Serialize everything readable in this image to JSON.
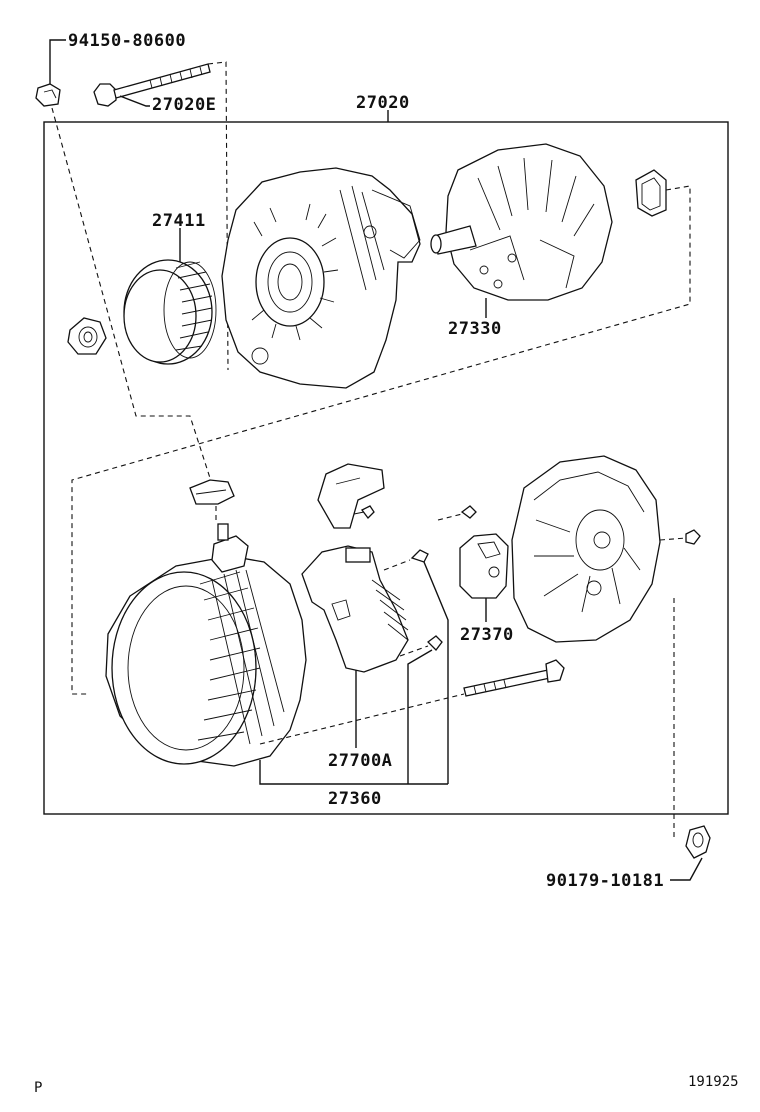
{
  "labels": {
    "nut_top": "94150-80600",
    "bolt_top": "27020E",
    "assembly": "27020",
    "pulley": "27411",
    "rotor": "27330",
    "holder": "27370",
    "regulator": "27700A",
    "stator": "27360",
    "cap_nut": "90179-10181"
  },
  "footer": {
    "left_letter": "P",
    "figure_number": "191925"
  }
}
